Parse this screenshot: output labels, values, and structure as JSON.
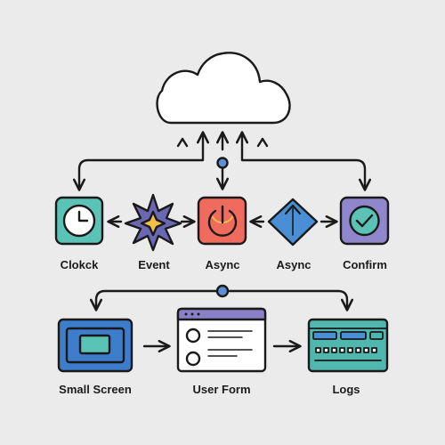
{
  "nodes": {
    "clock": {
      "label": "Clokck",
      "icon": "clock-icon",
      "color": "#5bc2b6"
    },
    "event": {
      "label": "Event",
      "icon": "starburst-icon",
      "color": "#6a68b2"
    },
    "async1": {
      "label": "Async",
      "icon": "power-icon",
      "color": "#ee6b5e"
    },
    "async2": {
      "label": "Async",
      "icon": "diamond-icon",
      "color": "#4a8fd6"
    },
    "confirm": {
      "label": "Confirm",
      "icon": "check-circle-icon",
      "color": "#8f86cc"
    },
    "small_screen": {
      "label": "Small Screen",
      "icon": "monitor-icon",
      "color": "#3d7dcc"
    },
    "user_form": {
      "label": "User Form",
      "icon": "form-window-icon",
      "color": "#8a80c8"
    },
    "logs": {
      "label": "Logs",
      "icon": "log-panel-icon",
      "color": "#4fb7ad"
    }
  },
  "cloud": {
    "icon": "cloud-icon"
  },
  "colors": {
    "stroke": "#1a1a1a",
    "background": "#ebebeb",
    "hub": "#5b8fd6",
    "accent_yellow": "#f2c04a"
  }
}
